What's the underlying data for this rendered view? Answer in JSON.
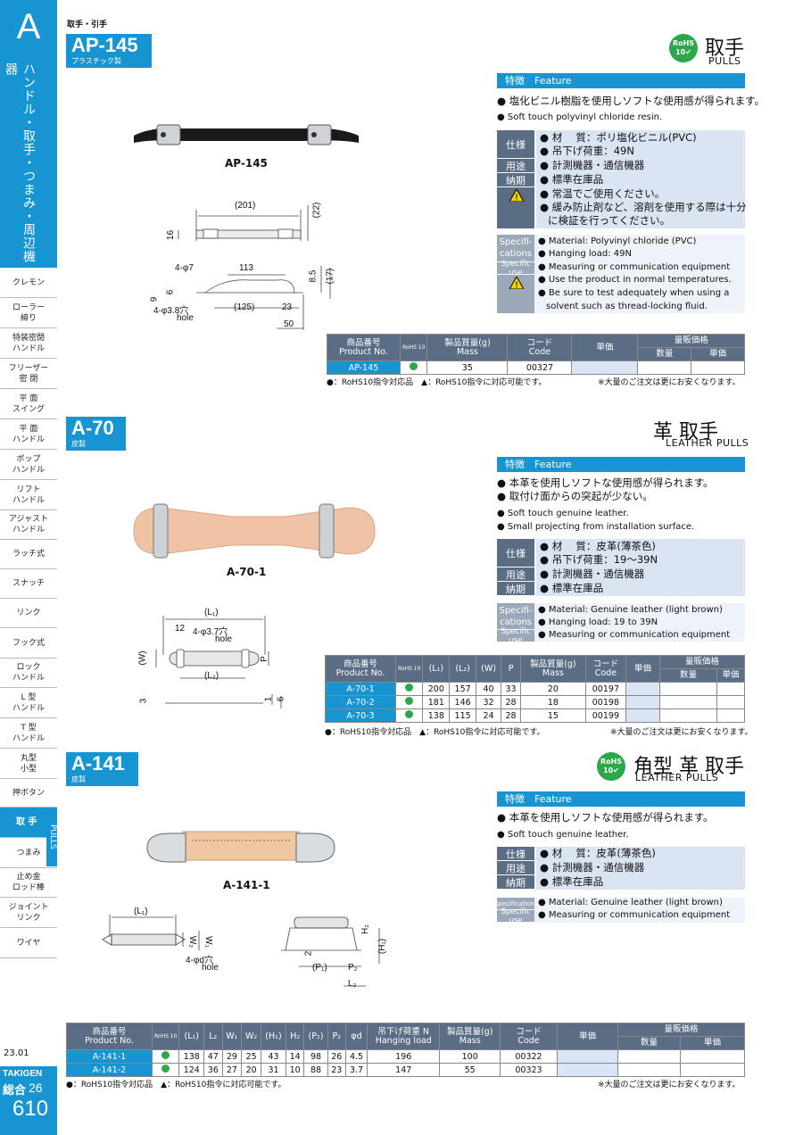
{
  "sidebar": {
    "letter": "A",
    "vertical": "ハンドル・取手・つまみ・周辺機器",
    "items": [
      "クレモン",
      "ローラー\n締り",
      "特装密閉\nハンドル",
      "フリーザー\n密 閉",
      "平 面\nスイング",
      "平 面\nハンドル",
      "ポップ\nハンドル",
      "リフト\nハンドル",
      "アジャスト\nハンドル",
      "ラッチ式",
      "スナッチ",
      "リンク",
      "フック式",
      "ロック\nハンドル",
      "L 型\nハンドル",
      "T 型\nハンドル",
      "丸型\n小型",
      "押ボタン",
      "取 手",
      "つまみ",
      "止め金\nロッド棒",
      "ジョイント\nリンク",
      "ワイヤ"
    ],
    "pulls_tab": "PULLS",
    "date": "23.01",
    "brand": "TAKIGEN",
    "total_label": "総合",
    "total_num": "26",
    "page": "610"
  },
  "top": {
    "category": "取手・引手"
  },
  "rohs": {
    "l1": "RoHS",
    "l2": "10"
  },
  "ap145": {
    "model": "AP-145",
    "material": "プラスチック製",
    "title_jp": "取手",
    "title_en": "PULLS",
    "img_caption": "AP-145",
    "feature_label": "特徴　Feature",
    "f_jp": "● 塩化ビニル樹脂を使用しソフトな使用感が得られます。",
    "f_en": "● Soft touch polyvinyl chloride resin.",
    "spec_label": "仕様",
    "spec1": "● 材　 質：ポリ塩化ビニル(PVC)",
    "spec2": "● 吊下げ荷重：49N",
    "use_label": "用途",
    "use": "● 計測機器・通信機器",
    "del_label": "納期",
    "del": "● 標準在庫品",
    "warn1": "● 常温でご使用ください。",
    "warn2": "● 緩み防止剤など、溶剤を使用する際は十分",
    "warn3": "に検証を行ってください。",
    "spec_en_label1": "Specifi-",
    "spec_en_label2": "cations",
    "spec_en1": "● Material: Polyvinyl chloride (PVC)",
    "spec_en2": "● Hanging load: 49N",
    "use_en_label": "Specific use",
    "use_en": "● Measuring or communication equipment",
    "warn_en1": "● Use the product in normal temperatures.",
    "warn_en2": "● Be sure to test adequately when using a",
    "warn_en3": "solvent such as thread-locking fluid.",
    "dims": {
      "d201": "(201)",
      "d22": "(22)",
      "d16": "16",
      "d4phi7": "4-φ7",
      "d113": "113",
      "d85": "8.5",
      "d17": "(17)",
      "d9": "9",
      "d6": "6",
      "d125": "(125)",
      "d23": "23",
      "d50": "50",
      "hole": "4-φ3.8穴",
      "hole_en": "hole"
    },
    "table": {
      "h_pn1": "商品番号",
      "h_pn2": "Product No.",
      "h_rohs": "RoHS\n10",
      "h_mass1": "製品質量(g)",
      "h_mass2": "Mass",
      "h_code1": "コード",
      "h_code2": "Code",
      "h_price": "単価",
      "h_vol": "量販価格",
      "h_qty": "数量",
      "h_unit": "単価",
      "rows": [
        {
          "pn": "AP-145",
          "mass": "35",
          "code": "00327"
        }
      ]
    },
    "note_left": "●：RoHS10指令対応品　▲：RoHS10指令に対応可能です。",
    "note_right": "※大量のご注文は更にお安くなります。"
  },
  "a70": {
    "model": "A-70",
    "material": "皮製",
    "title_jp": "革 取手",
    "title_en": "LEATHER PULLS",
    "img_caption": "A-70-1",
    "feature_label": "特徴　Feature",
    "f_jp1": "● 本革を使用しソフトな使用感が得られます。",
    "f_jp2": "● 取付け面からの突起が少ない。",
    "f_en1": "● Soft touch genuine leather.",
    "f_en2": "● Small projecting from installation surface.",
    "spec_label": "仕様",
    "spec1": "● 材　 質：皮革(薄茶色)",
    "spec2": "● 吊下げ荷重：19～39N",
    "use_label": "用途",
    "use": "● 計測機器・通信機器",
    "del_label": "納期",
    "del": "● 標準在庫品",
    "spec_en_label1": "Specifi-",
    "spec_en_label2": "cations",
    "spec_en1": "● Material: Genuine leather (light brown)",
    "spec_en2": "● Hanging load: 19 to 39N",
    "use_en_label": "Specific use",
    "use_en": "● Measuring or communication equipment",
    "dims": {
      "L1": "(L₁)",
      "d12": "12",
      "hole": "4-φ3.7穴",
      "hole_en": "hole",
      "W": "(W)",
      "P": "P",
      "L2": "(L₂)",
      "d3": "3",
      "d1": "1",
      "d6": "6"
    },
    "table": {
      "h_pn1": "商品番号",
      "h_pn2": "Product No.",
      "h_rohs": "RoHS\n10",
      "h_l1": "(L₁)",
      "h_l2": "(L₂)",
      "h_w": "(W)",
      "h_p": "P",
      "h_mass1": "製品質量(g)",
      "h_mass2": "Mass",
      "h_code1": "コード",
      "h_code2": "Code",
      "h_price": "単価",
      "h_vol": "量販価格",
      "h_qty": "数量",
      "h_unit": "単価",
      "rows": [
        {
          "pn": "A-70-1",
          "l1": "200",
          "l2": "157",
          "w": "40",
          "p": "33",
          "mass": "20",
          "code": "00197"
        },
        {
          "pn": "A-70-2",
          "l1": "181",
          "l2": "146",
          "w": "32",
          "p": "28",
          "mass": "18",
          "code": "00198"
        },
        {
          "pn": "A-70-3",
          "l1": "138",
          "l2": "115",
          "w": "24",
          "p": "28",
          "mass": "15",
          "code": "00199"
        }
      ]
    },
    "note_left": "●：RoHS10指令対応品　▲：RoHS10指令に対応可能です。",
    "note_right": "※大量のご注文は更にお安くなります。"
  },
  "a141": {
    "model": "A-141",
    "material": "皮製",
    "title_jp": "角型 革 取手",
    "title_en": "LEATHER PULLS",
    "img_caption": "A-141-1",
    "feature_label": "特徴　Feature",
    "f_jp": "● 本革を使用しソフトな使用感が得られます。",
    "f_en": "● Soft touch genuine leather.",
    "spec_label": "仕様",
    "spec1": "● 材　 質：皮革(薄茶色)",
    "use_label": "用途",
    "use": "● 計測機器・通信機器",
    "del_label": "納期",
    "del": "● 標準在庫品",
    "spec_en_label": "Specifications",
    "spec_en1": "● Material: Genuine leather (light brown)",
    "use_en_label": "Specific use",
    "use_en": "● Measuring or communication equipment",
    "dims": {
      "L1": "(L₁)",
      "W2": "W₂",
      "W1": "W₁",
      "hole": "4-φd穴",
      "hole_en": "hole",
      "H2": "H₂",
      "H1": "(H₁)",
      "d2": "2",
      "P1": "(P₁)",
      "P2": "P₂",
      "L2": "L₂"
    },
    "table": {
      "h_pn1": "商品番号",
      "h_pn2": "Product No.",
      "h_rohs": "RoHS\n10",
      "h_l1": "(L₁)",
      "h_l2": "L₂",
      "h_w1": "W₁",
      "h_w2": "W₂",
      "h_h1": "(H₁)",
      "h_h2": "H₂",
      "h_p1": "(P₁)",
      "h_p2": "P₂",
      "h_d": "φd",
      "h_load1": "吊下げ荷重 N",
      "h_load2": "Hanging load",
      "h_mass1": "製品質量(g)",
      "h_mass2": "Mass",
      "h_code1": "コード",
      "h_code2": "Code",
      "h_price": "単価",
      "h_vol": "量販価格",
      "h_qty": "数量",
      "h_unit": "単価",
      "rows": [
        {
          "pn": "A-141-1",
          "l1": "138",
          "l2": "47",
          "w1": "29",
          "w2": "25",
          "h1": "43",
          "h2": "14",
          "p1": "98",
          "p2": "26",
          "d": "4.5",
          "load": "196",
          "mass": "100",
          "code": "00322"
        },
        {
          "pn": "A-141-2",
          "l1": "124",
          "l2": "36",
          "w1": "27",
          "w2": "20",
          "h1": "31",
          "h2": "10",
          "p1": "88",
          "p2": "23",
          "d": "3.7",
          "load": "147",
          "mass": "55",
          "code": "00323"
        }
      ]
    },
    "note_left": "●：RoHS10指令対応品　▲：RoHS10指令に対応可能です。",
    "note_right": "※大量のご注文は更にお安くなります。"
  }
}
